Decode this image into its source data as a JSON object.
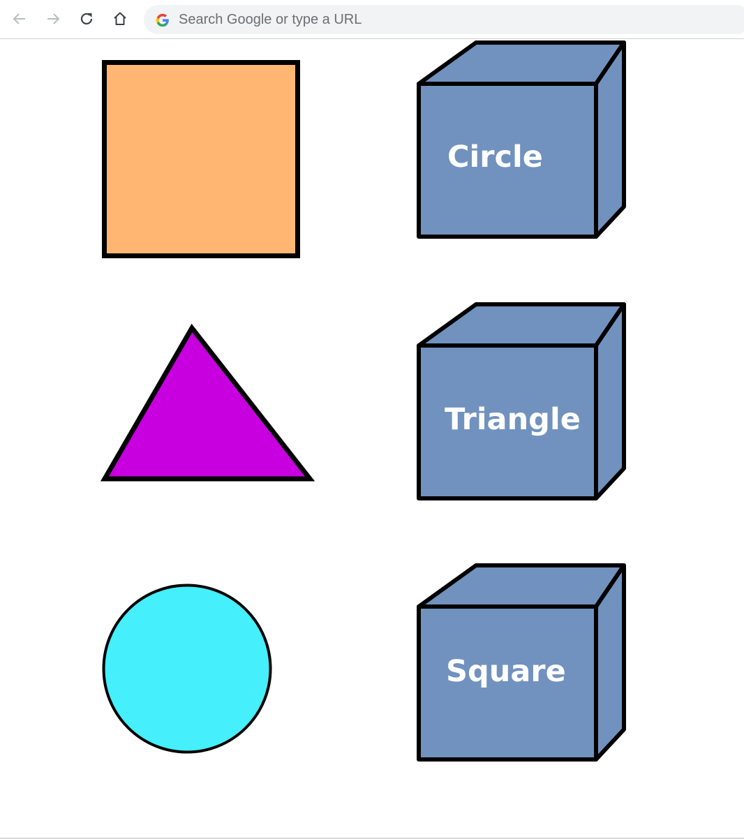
{
  "browser": {
    "address_placeholder": "Search Google or type a URL",
    "address_value": ""
  },
  "icons": {
    "back": "arrow-left-icon",
    "forward": "arrow-right-icon",
    "reload": "reload-icon",
    "home": "home-icon",
    "search_engine": "google-g-icon"
  },
  "shapes": [
    {
      "name": "square",
      "fill": "#ffb672"
    },
    {
      "name": "triangle",
      "fill": "#c800e0"
    },
    {
      "name": "circle",
      "fill": "#45effc"
    }
  ],
  "cubes": [
    {
      "label": "Circle"
    },
    {
      "label": "Triangle"
    },
    {
      "label": "Square"
    }
  ],
  "colors": {
    "cube_fill": "#7192be",
    "outline": "#000000",
    "label_text": "#ffffff"
  }
}
